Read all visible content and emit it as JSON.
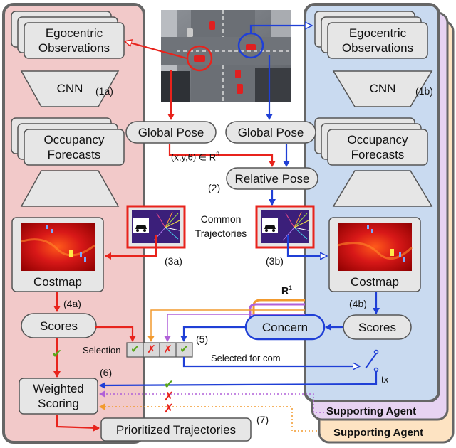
{
  "left_agent": {
    "observations": "Egocentric\nObservations",
    "cnn": "CNN",
    "cnn_step": "(1a)",
    "forecasts": "Occupancy\nForecasts",
    "costmap": "Costmap",
    "costmap_step": "(4a)",
    "scores": "Scores",
    "weighted": "Weighted\nScoring",
    "weighted_step": "(6)",
    "prioritized": "Prioritized Trajectories",
    "prioritized_step": "(7)",
    "selection": "Selection",
    "traj_step": "(3a)"
  },
  "right_agent": {
    "observations": "Egocentric\nObservations",
    "cnn": "CNN",
    "cnn_step": "(1b)",
    "forecasts": "Occupancy\nForecasts",
    "costmap": "Costmap",
    "costmap_step": "(4b)",
    "scores": "Scores",
    "concern": "Concern",
    "concern_step": "(5)",
    "traj_step": "(3b)",
    "selected_for_com": "Selected for com",
    "tx": "tx"
  },
  "center": {
    "global_pose_left": "Global Pose",
    "global_pose_right": "Global Pose",
    "pose_formula": "(x,y,θ) ∈ R",
    "pose_formula_exp": "3",
    "relative_pose": "Relative Pose",
    "relative_step": "(2)",
    "common_trajectories": "Common\nTrajectories",
    "r_label": "R",
    "r_exp": "1"
  },
  "supporting_agents": [
    "Supporting Agent",
    "Supporting Agent"
  ],
  "selection_marks": [
    "✔",
    "✗",
    "✗",
    "✔"
  ],
  "colors": {
    "left_panel": "#f2c9c9",
    "right_panel": "#c9daf0",
    "red_arrow": "#e8231c",
    "blue_arrow": "#1f3fd6",
    "orange_arrow": "#f29a2e",
    "purple_arrow": "#b061d8",
    "green_check": "#5aa61c",
    "red_cross": "#e8231c",
    "box_fill": "#e6e6e6",
    "box_border": "#555555"
  }
}
